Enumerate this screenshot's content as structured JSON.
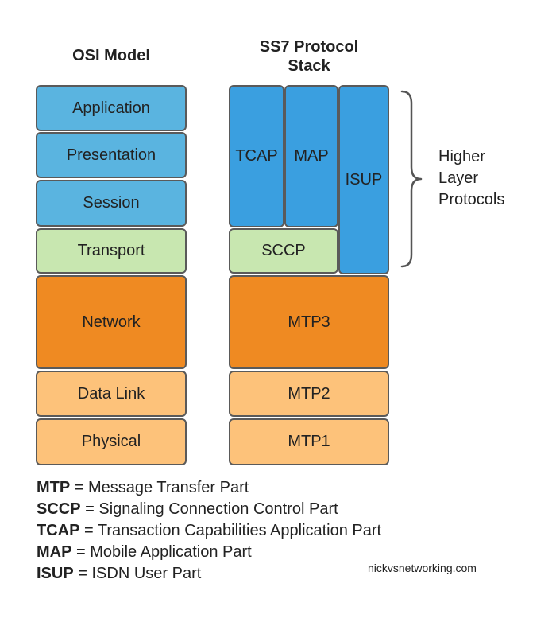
{
  "osi": {
    "title": "OSI Model",
    "layers": [
      "Application",
      "Presentation",
      "Session",
      "Transport",
      "Network",
      "Data Link",
      "Physical"
    ]
  },
  "ss7": {
    "title_line1": "SS7 Protocol",
    "title_line2": "Stack",
    "tcap": "TCAP",
    "map": "MAP",
    "isup": "ISUP",
    "sccp": "SCCP",
    "mtp3": "MTP3",
    "mtp2": "MTP2",
    "mtp1": "MTP1"
  },
  "higher": {
    "line1": "Higher",
    "line2": "Layer",
    "line3": "Protocols"
  },
  "legend": [
    {
      "abbr": "MTP",
      "desc": " = Message Transfer Part"
    },
    {
      "abbr": "SCCP",
      "desc": " = Signaling Connection Control Part"
    },
    {
      "abbr": "TCAP",
      "desc": " = Transaction Capabilities Application Part"
    },
    {
      "abbr": "MAP",
      "desc": " = Mobile Application Part"
    },
    {
      "abbr": "ISUP",
      "desc": " = ISDN User Part"
    }
  ],
  "credit": "nickvsnetworking.com",
  "colors": {
    "upper_blue": "#5ab4e0",
    "ss7_blue": "#3a9fe0",
    "transport_green": "#c8e7b0",
    "network_orange": "#ef8a22",
    "lower_peach": "#fdc27a"
  }
}
